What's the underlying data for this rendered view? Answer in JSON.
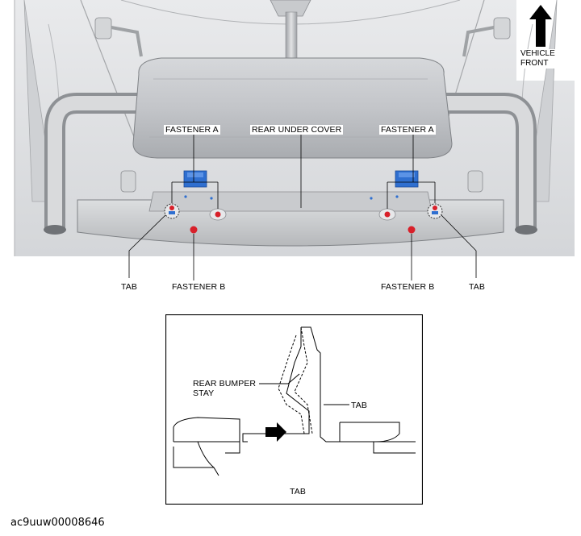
{
  "callouts": {
    "fastener_a_left": "FASTENER A",
    "rear_under_cover": "REAR UNDER COVER",
    "fastener_a_right": "FASTENER A",
    "tab_left": "TAB",
    "fastener_b_left": "FASTENER B",
    "fastener_b_right": "FASTENER B",
    "tab_right": "TAB"
  },
  "orientation": {
    "line1": "VEHICLE",
    "line2": "FRONT",
    "icon": "up-arrow-icon"
  },
  "detail": {
    "rear_bumper_stay_line1": "REAR BUMPER",
    "rear_bumper_stay_line2": "STAY",
    "tab": "TAB",
    "caption": "TAB"
  },
  "figure_code": "ac9uuw00008646",
  "colors": {
    "fastener_a_blue": "#2f6fd0",
    "fastener_b_red": "#d8202a",
    "body_gray": "#c9cbce"
  }
}
